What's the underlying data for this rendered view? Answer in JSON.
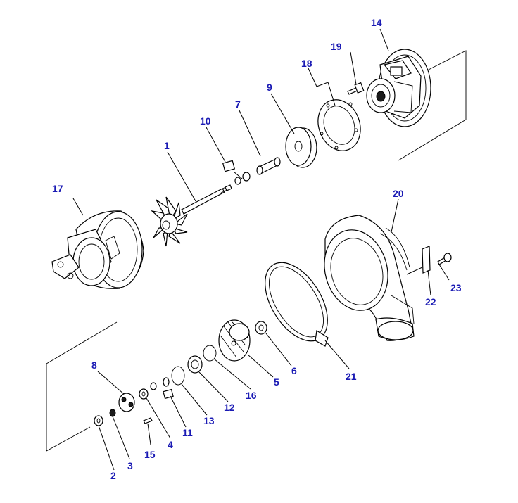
{
  "callouts": {
    "n1": "1",
    "n2": "2",
    "n3": "3",
    "n4": "4",
    "n5": "5",
    "n6": "6",
    "n7": "7",
    "n8": "8",
    "n10": "10",
    "n9": "9",
    "n11": "11",
    "n12": "12",
    "n13": "13",
    "n14": "14",
    "n15": "15",
    "n16": "16",
    "n17": "17",
    "n18": "18",
    "n19": "19",
    "n20": "20",
    "n21": "21",
    "n22": "22",
    "n23": "23"
  },
  "colors": {
    "callout": "#1a1ab4",
    "line": "#000000"
  }
}
